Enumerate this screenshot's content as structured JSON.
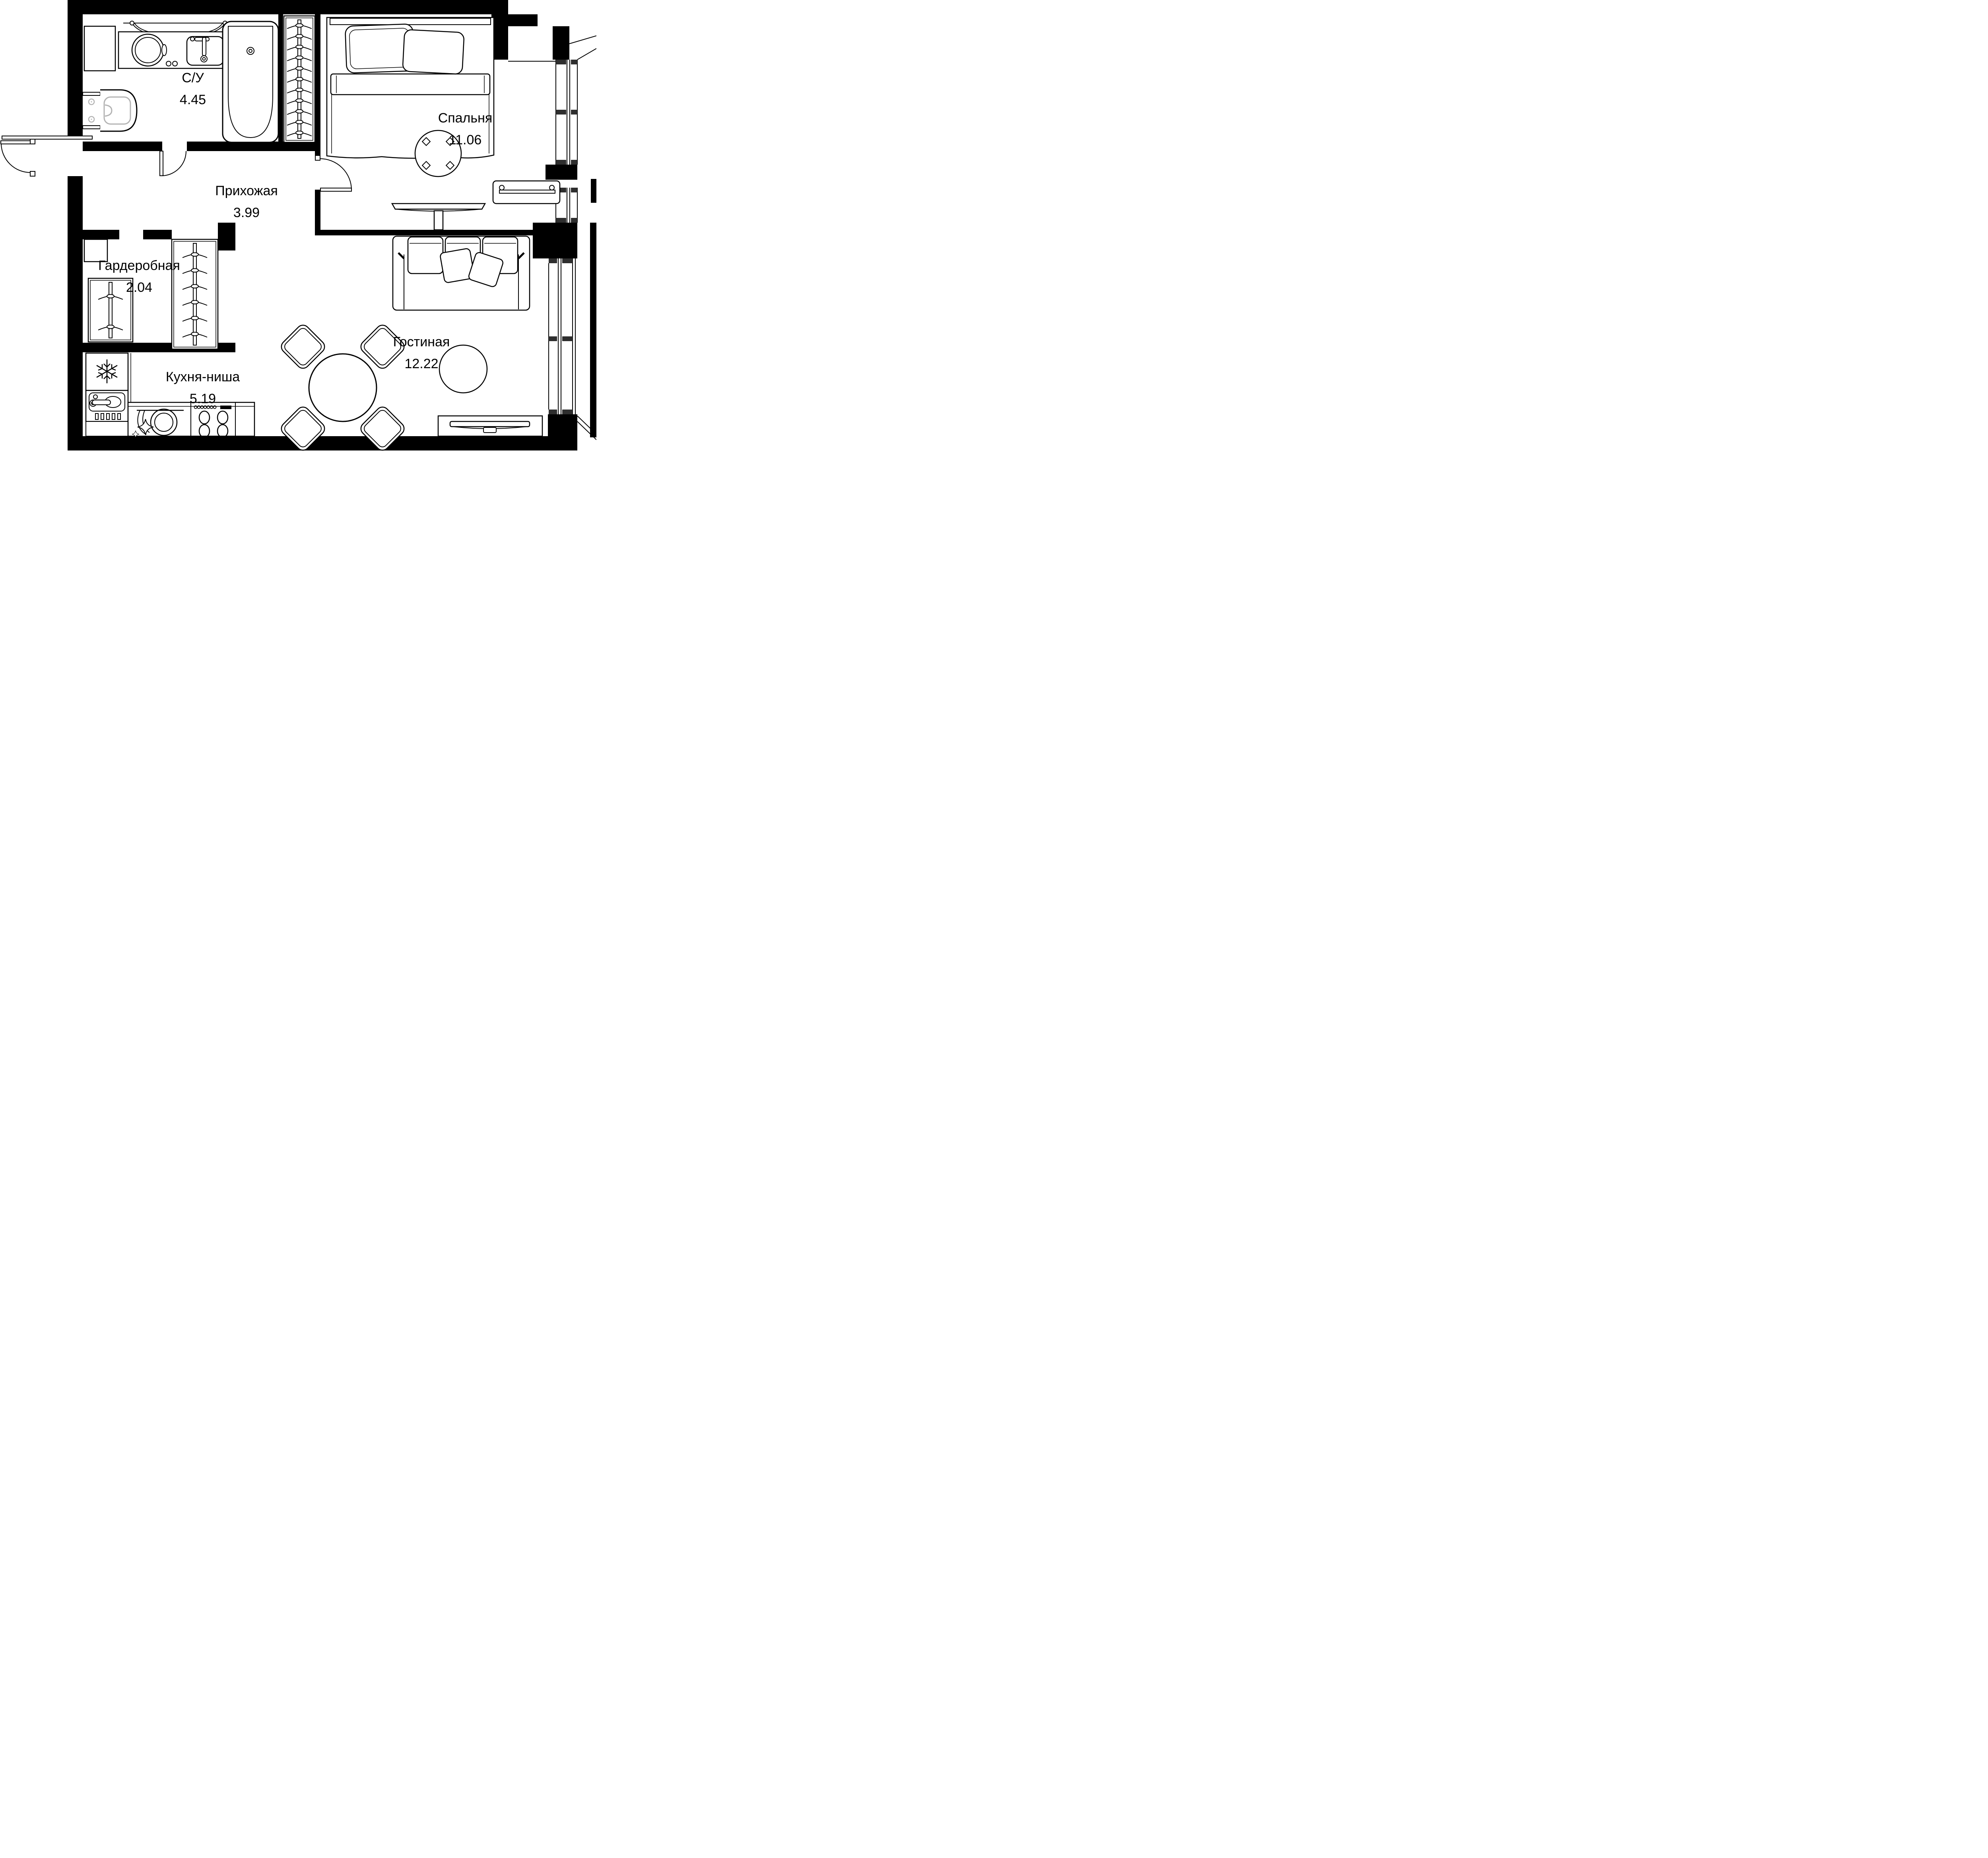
{
  "plan": {
    "type": "apartment-floor-plan",
    "language": "ru",
    "rooms": [
      {
        "id": "bathroom",
        "name": "С/У",
        "area": "4.45"
      },
      {
        "id": "hallway",
        "name": "Прихожая",
        "area": "3.99"
      },
      {
        "id": "bedroom",
        "name": "Спальня",
        "area": "11.06"
      },
      {
        "id": "wardrobe",
        "name": "Гардеробная",
        "area": "2.04"
      },
      {
        "id": "kitchen",
        "name": "Кухня-ниша",
        "area": "5.19"
      },
      {
        "id": "living",
        "name": "Гостиная",
        "area": "12.22"
      }
    ],
    "fixtures": [
      "washing-machine-icon",
      "bathroom-sink-icon",
      "bathtub-icon",
      "toilet-icon",
      "towel-rail-icon",
      "coat-hanger-rack-icon",
      "entrance-door-icon",
      "bathroom-door-icon",
      "bedroom-door-icon",
      "double-bed-icon",
      "pillow-icon",
      "blanket-icon",
      "round-side-table-icon",
      "console-desk-icon",
      "dresser-icon",
      "window-icon",
      "balcony-line-icon",
      "sofa-icon",
      "throw-pillow-icon",
      "round-dining-table-icon",
      "dining-chair-icon",
      "pouf-icon",
      "tv-stand-icon",
      "tv-icon",
      "fridge-snowflake-icon",
      "kitchen-sink-icon",
      "dishwasher-sparkle-icon",
      "stove-burners-icon"
    ],
    "colors": {
      "wall": "#000000",
      "line": "#000000",
      "background": "#ffffff",
      "sanitary_gray": "#b3b3b3",
      "mullion": "#2e2e2e"
    }
  }
}
